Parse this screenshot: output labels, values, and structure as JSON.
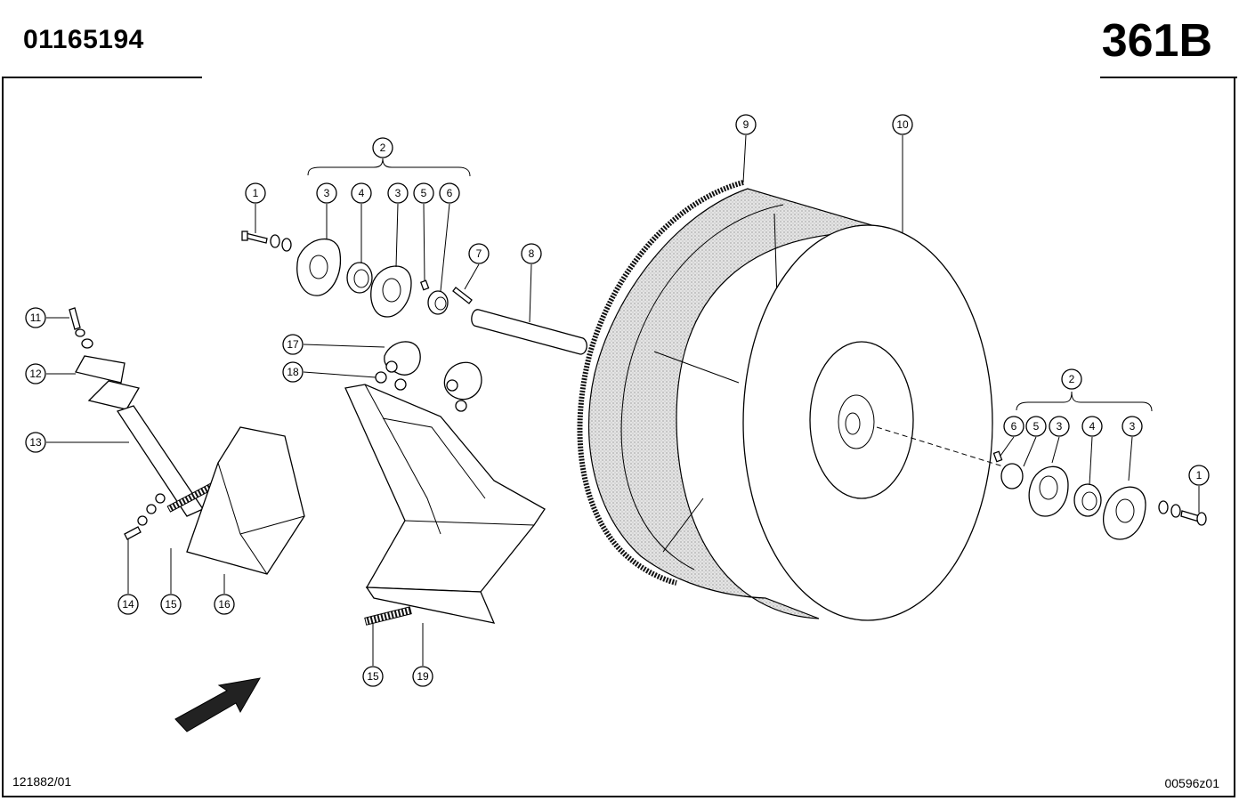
{
  "header": {
    "doc_number": "01165194",
    "page_code": "361B"
  },
  "footer": {
    "left_code": "121882/01",
    "right_code": "00596z01"
  },
  "callouts": {
    "c1a": "1",
    "c2a": "2",
    "c3a": "3",
    "c4a": "4",
    "c3b": "3",
    "c5a": "5",
    "c6a": "6",
    "c7": "7",
    "c8": "8",
    "c9": "9",
    "c10": "10",
    "c11": "11",
    "c12": "12",
    "c13": "13",
    "c14": "14",
    "c15a": "15",
    "c16": "16",
    "c17": "17",
    "c18": "18",
    "c15b": "15",
    "c19": "19",
    "c2b": "2",
    "c6b": "6",
    "c5b": "5",
    "c3c": "3",
    "c4b": "4",
    "c3d": "3",
    "c1b": "1"
  }
}
